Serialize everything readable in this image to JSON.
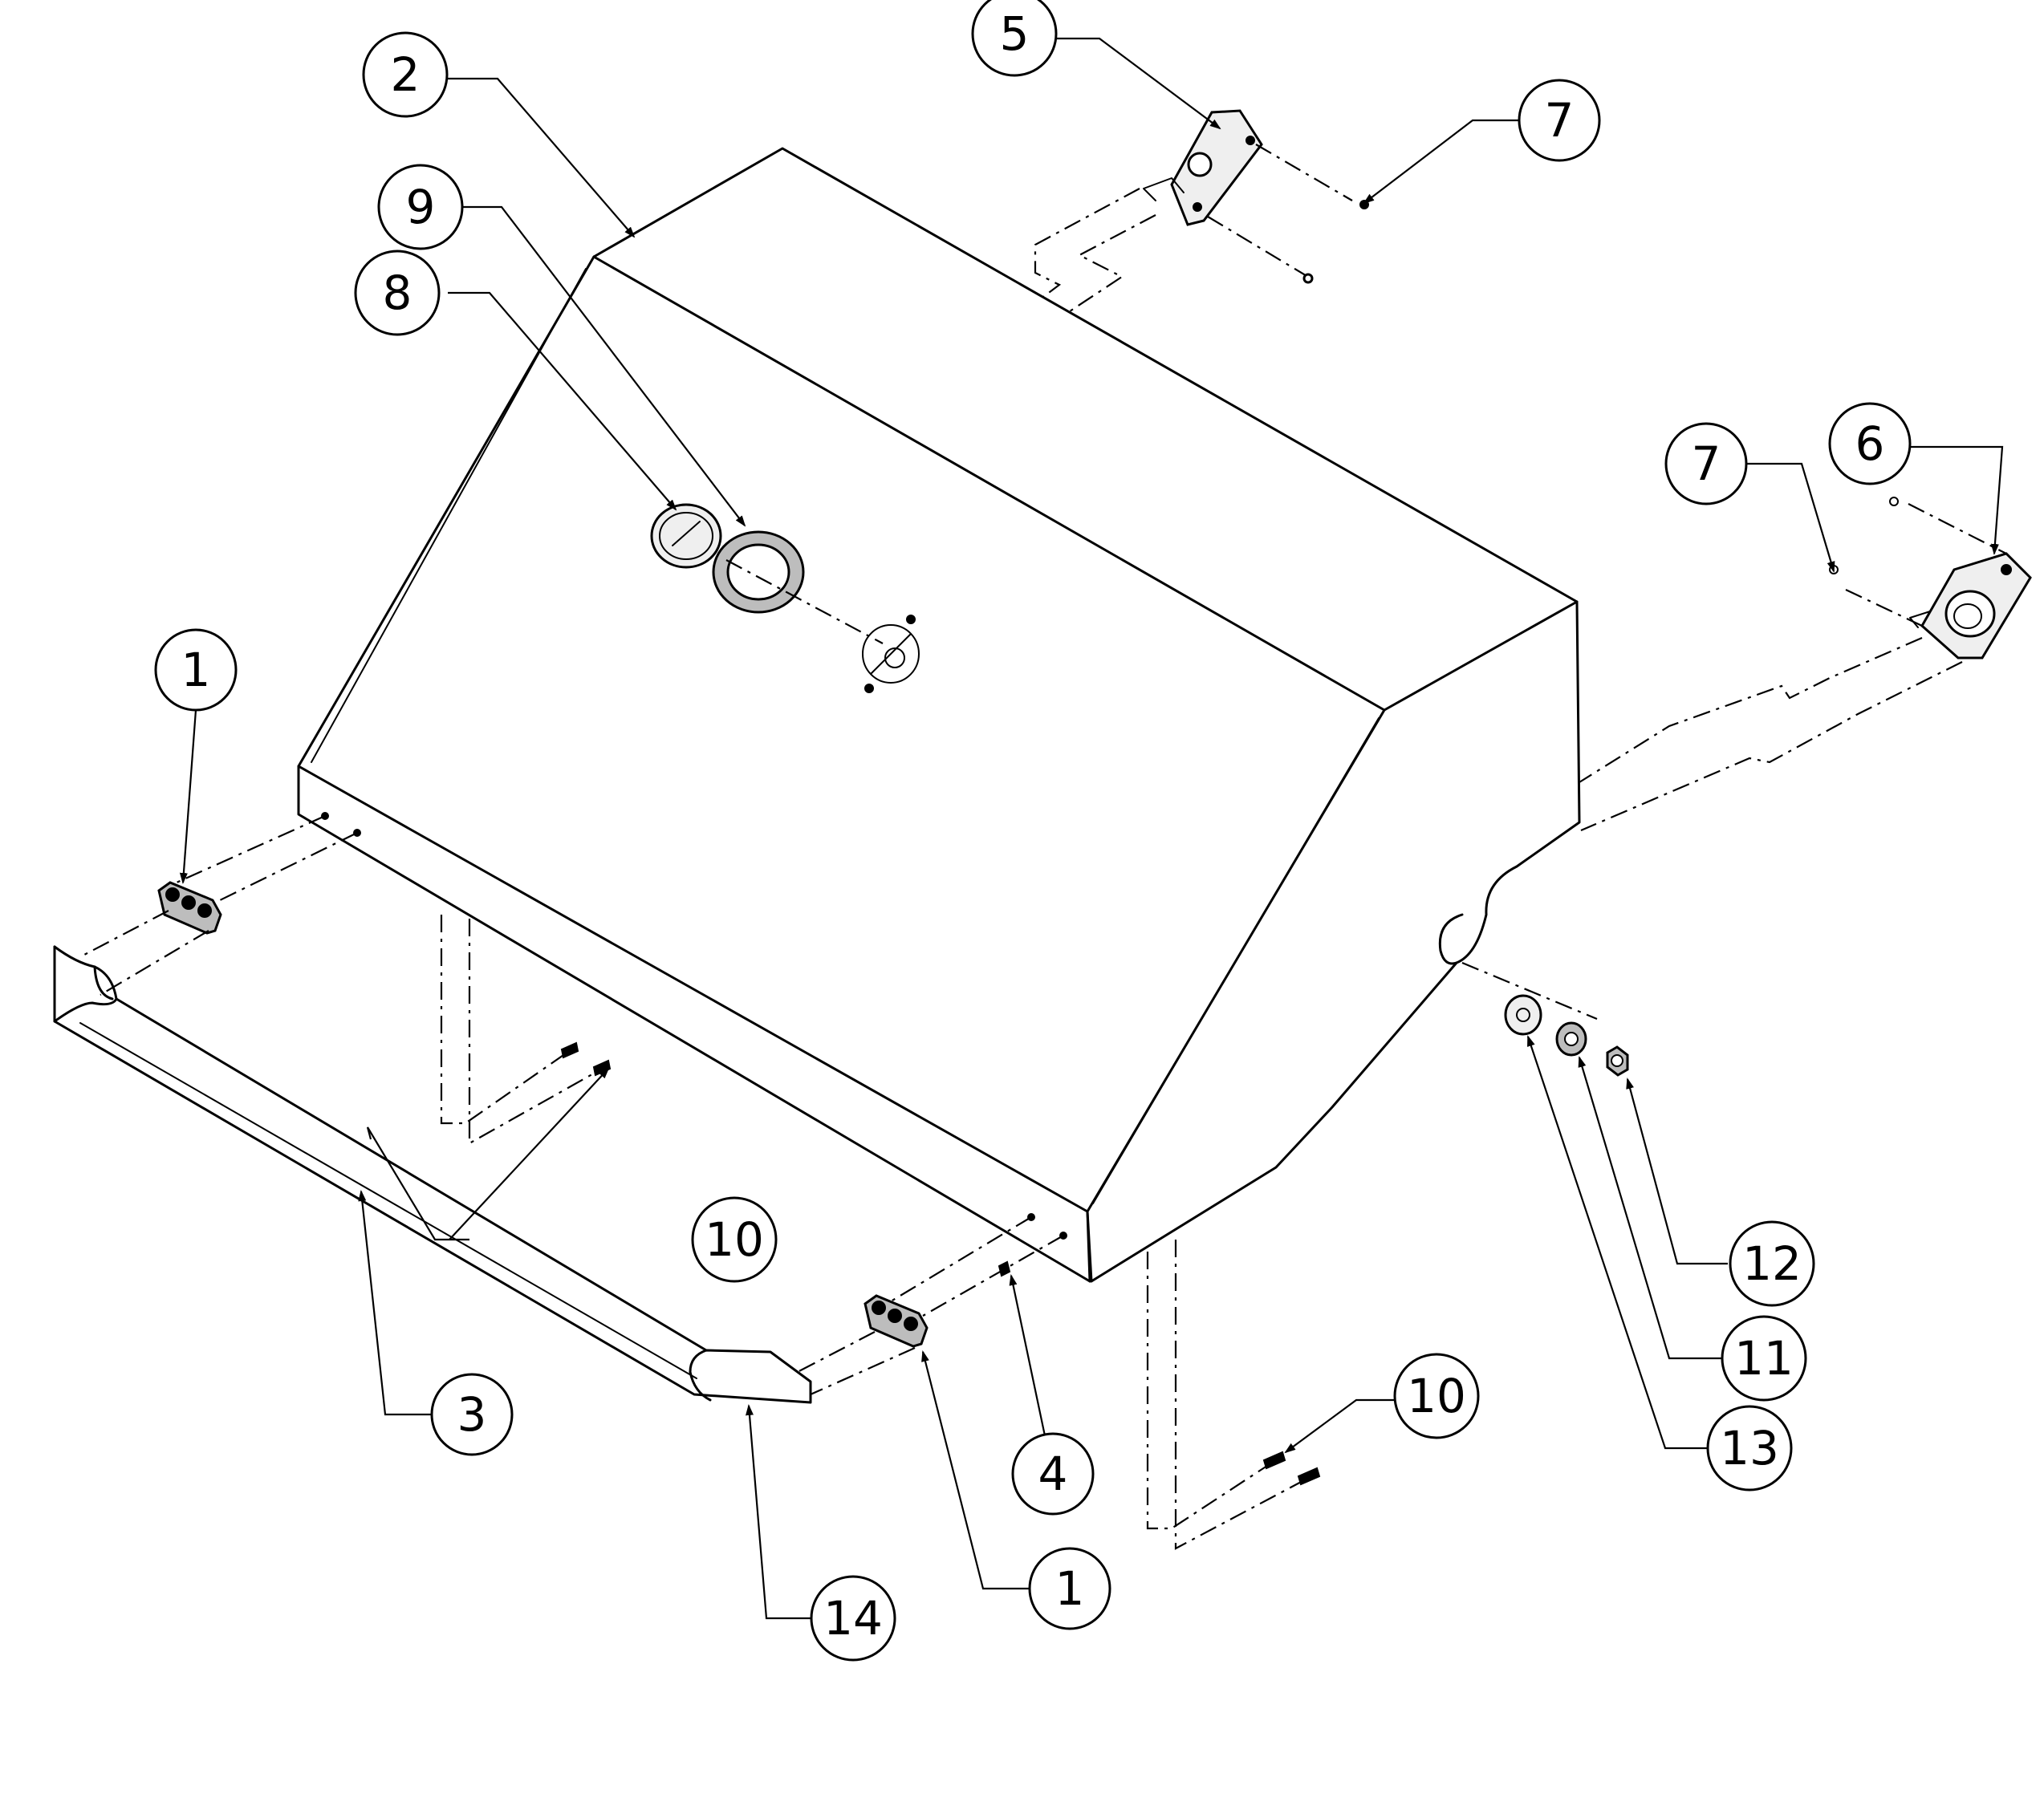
{
  "callouts": [
    {
      "id": "c1a",
      "label": "1"
    },
    {
      "id": "c1b",
      "label": "1"
    },
    {
      "id": "c2",
      "label": "2"
    },
    {
      "id": "c3",
      "label": "3"
    },
    {
      "id": "c4",
      "label": "4"
    },
    {
      "id": "c5",
      "label": "5"
    },
    {
      "id": "c6",
      "label": "6"
    },
    {
      "id": "c7a",
      "label": "7"
    },
    {
      "id": "c7b",
      "label": "7"
    },
    {
      "id": "c8",
      "label": "8"
    },
    {
      "id": "c9",
      "label": "9"
    },
    {
      "id": "c10a",
      "label": "10"
    },
    {
      "id": "c10b",
      "label": "10"
    },
    {
      "id": "c11",
      "label": "11"
    },
    {
      "id": "c12",
      "label": "12"
    },
    {
      "id": "c13",
      "label": "13"
    },
    {
      "id": "c14",
      "label": "14"
    }
  ]
}
